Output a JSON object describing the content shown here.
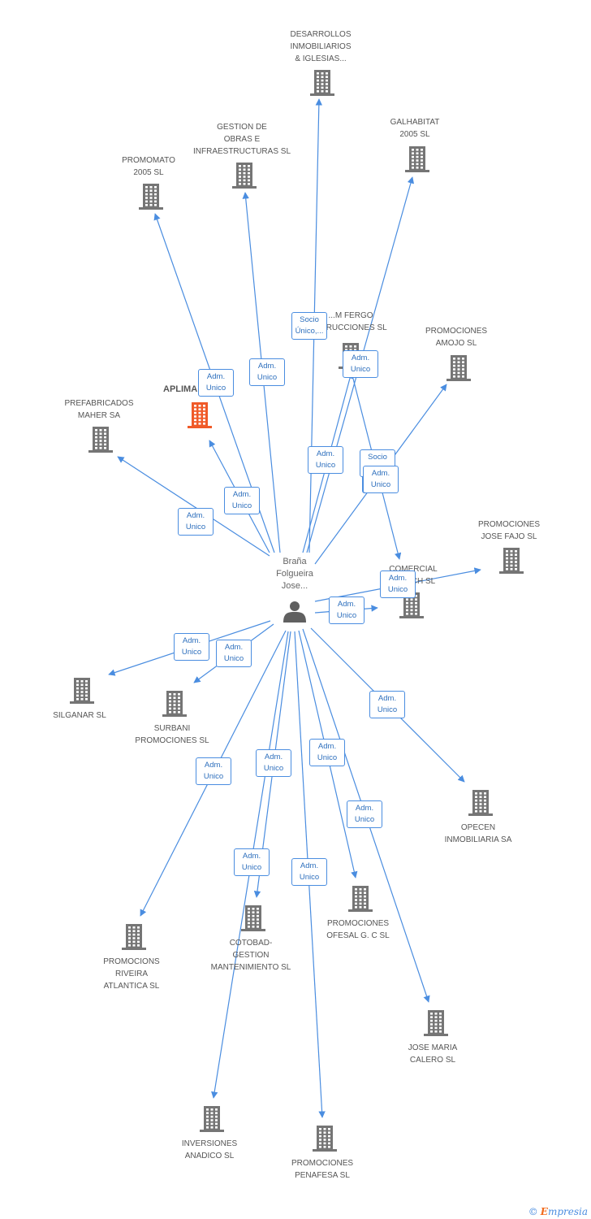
{
  "center": {
    "name": "Braña\nFolgueira\nJose...",
    "icon": "person-icon",
    "color": "#606060"
  },
  "colors": {
    "edge": "#4a8de0",
    "building": "#757575",
    "highlight": "#f05a28"
  },
  "companies": [
    {
      "id": "desarrollos",
      "name": "DESARROLLOS\nINMOBILIARIOS\n& IGLESIAS...",
      "icon": "building-icon",
      "relation": "Socio\nÚnico,...",
      "highlight": false
    },
    {
      "id": "galhabitat",
      "name": "GALHABITAT\n2005 SL",
      "icon": "building-icon",
      "relation": "Adm.\nUnico",
      "highlight": false
    },
    {
      "id": "gestion-obras",
      "name": "GESTION DE\nOBRAS E\nINFRAESTRUCTURAS SL",
      "icon": "building-icon",
      "relation": "Adm.\nUnico",
      "highlight": false
    },
    {
      "id": "promomato",
      "name": "PROMOMATO\n2005 SL",
      "icon": "building-icon",
      "relation": "Adm.\nUnico",
      "highlight": false
    },
    {
      "id": "fergo",
      "name": "...M FERGO\n...TRUCCIONES SL",
      "icon": "building-icon",
      "relation": "Adm.\nUnico",
      "highlight": false
    },
    {
      "id": "amojo",
      "name": "PROMOCIONES\nAMOJO SL",
      "icon": "building-icon",
      "relation": "Adm.\nUnico",
      "highlight": false
    },
    {
      "id": "aplima",
      "name": "APLIMA",
      "icon": "building-icon",
      "relation": "Adm.\nUnico",
      "highlight": true
    },
    {
      "id": "prefabricados",
      "name": "PREFABRICADOS\nMAHER SA",
      "icon": "building-icon",
      "relation": "Adm.\nUnico",
      "highlight": false
    },
    {
      "id": "comercial",
      "name": "COMERCIAL\nB...NICH SL",
      "icon": "building-icon",
      "relation": "Adm.\nUnico",
      "highlight": false
    },
    {
      "id": "jose-fajo",
      "name": "PROMOCIONES\nJOSE FAJO SL",
      "icon": "building-icon",
      "relation": "Adm.\nUnico",
      "highlight": false
    },
    {
      "id": "silganar",
      "name": "SILGANAR SL",
      "icon": "building-icon",
      "relation": "Adm.\nUnico",
      "highlight": false
    },
    {
      "id": "surbani",
      "name": "SURBANI\nPROMOCIONES SL",
      "icon": "building-icon",
      "relation": "Adm.\nUnico",
      "highlight": false
    },
    {
      "id": "opecen",
      "name": "OPECEN\nINMOBILIARIA SA",
      "icon": "building-icon",
      "relation": "Adm.\nUnico",
      "highlight": false
    },
    {
      "id": "riveira",
      "name": "PROMOCIONS\nRIVEIRA\nATLANTICA SL",
      "icon": "building-icon",
      "relation": "Adm.\nUnico",
      "highlight": false
    },
    {
      "id": "cotobad",
      "name": "COTOBAD-\nGESTION\nMANTENIMIENTO SL",
      "icon": "building-icon",
      "relation": "Adm.\nUnico",
      "highlight": false
    },
    {
      "id": "ofesal",
      "name": "PROMOCIONES\nOFESAL G. C SL",
      "icon": "building-icon",
      "relation": "Adm.\nUnico",
      "highlight": false
    },
    {
      "id": "calero",
      "name": "JOSE MARIA\nCALERO SL",
      "icon": "building-icon",
      "relation": "Adm.\nUnico",
      "highlight": false
    },
    {
      "id": "anadico",
      "name": "INVERSIONES\nANADICO SL",
      "icon": "building-icon",
      "relation": "Adm.\nUnico",
      "highlight": false
    },
    {
      "id": "penafesa",
      "name": "PROMOCIONES\nPENAFESA SL",
      "icon": "building-icon",
      "relation": "Adm.\nUnico",
      "highlight": false
    }
  ],
  "extra_relations": [
    {
      "between": [
        "comercial",
        "fergo"
      ],
      "relation": "Socio\n...",
      "id": "fergo-comercial-socio"
    },
    {
      "between": [
        "comercial",
        "fergo"
      ],
      "relation": "Adm.\nUnico",
      "id": "fergo-comercial-adm"
    }
  ],
  "footer": {
    "copyright": "©",
    "brand_first": "E",
    "brand_rest": "mpresia"
  }
}
